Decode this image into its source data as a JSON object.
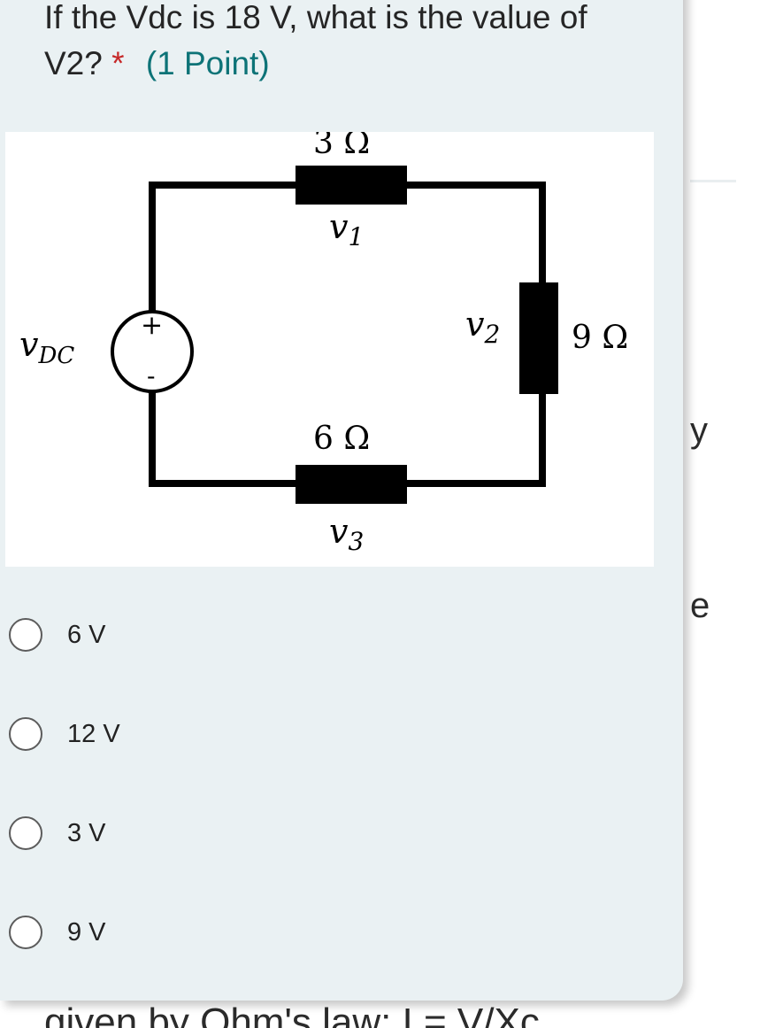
{
  "question": {
    "text_line1": "If the  Vdc is 18 V, what is the value of",
    "text_line2": "V2?",
    "required_mark": "*",
    "points": "(1 Point)"
  },
  "circuit": {
    "source_label": "v",
    "source_sub": "DC",
    "plus": "+",
    "minus": "-",
    "r1_value": "3 Ω",
    "r1_voltage": "v",
    "r1_sub": "1",
    "r2_value": "9 Ω",
    "r2_voltage": "v",
    "r2_sub": "2",
    "r3_value": "6 Ω",
    "r3_voltage": "v",
    "r3_sub": "3"
  },
  "options": [
    {
      "label": "6 V",
      "selected": false
    },
    {
      "label": "12 V",
      "selected": false
    },
    {
      "label": "3 V",
      "selected": false
    },
    {
      "label": "9 V",
      "selected": false
    }
  ],
  "background": {
    "fragment_1": "y",
    "fragment_2": "e",
    "bottom_text": "given by Ohm's law: I = V/Xc"
  }
}
